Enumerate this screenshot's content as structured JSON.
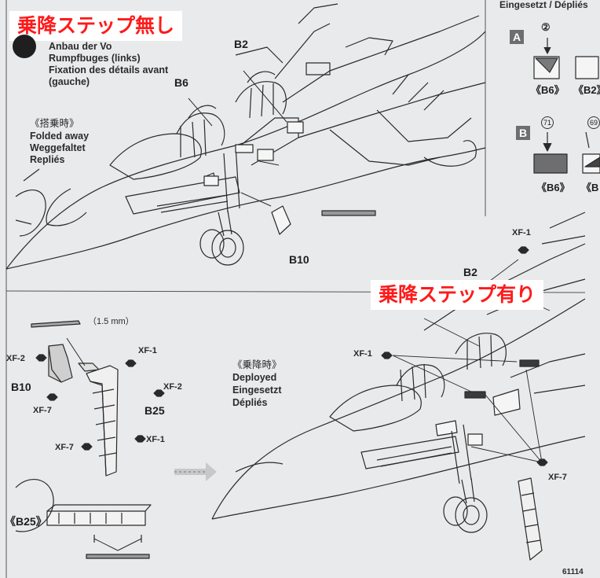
{
  "banners": {
    "without_step": "乗降ステップ無し",
    "with_step": "乗降ステップ有り"
  },
  "header_right": "Eingesetzt / Dépliés",
  "step_note": {
    "line1": "Anbau der Vo",
    "line2": "Rumpfbuges (links)",
    "line3": "Fixation des détails avant",
    "line4": "(gauche)"
  },
  "folded_note": {
    "jp": "《搭乗時》",
    "en": "Folded away",
    "de": "Weggefaltet",
    "fr": "Repliés"
  },
  "deployed_note": {
    "jp": "《乗降時》",
    "en": "Deployed",
    "de": "Eingesetzt",
    "fr": "Dépliés"
  },
  "drill_note": "（1.5 mm）",
  "parts": {
    "b6": "B6",
    "b2_top": "B2",
    "b10_top": "B10",
    "b10_bottom": "B10",
    "b25": "B25",
    "b2_right": "B2",
    "b25_detail": "《B25》"
  },
  "paints": {
    "xf1": "XF-1",
    "xf2": "XF-2",
    "xf7": "XF-7"
  },
  "variants": {
    "a_letter": "A",
    "a_num": "②",
    "a_part1": "《B6》",
    "a_part2": "《B2》",
    "b_letter": "B",
    "b_num1": "71",
    "b_num2": "69",
    "b_part1": "《B6》",
    "b_part2": "《B"
  },
  "page_number": "61114",
  "colors": {
    "banner_text": "#ff1a1a",
    "paper": "#e9eaec",
    "ink": "#1a1a1a",
    "variant_box": "#6e6e70"
  }
}
